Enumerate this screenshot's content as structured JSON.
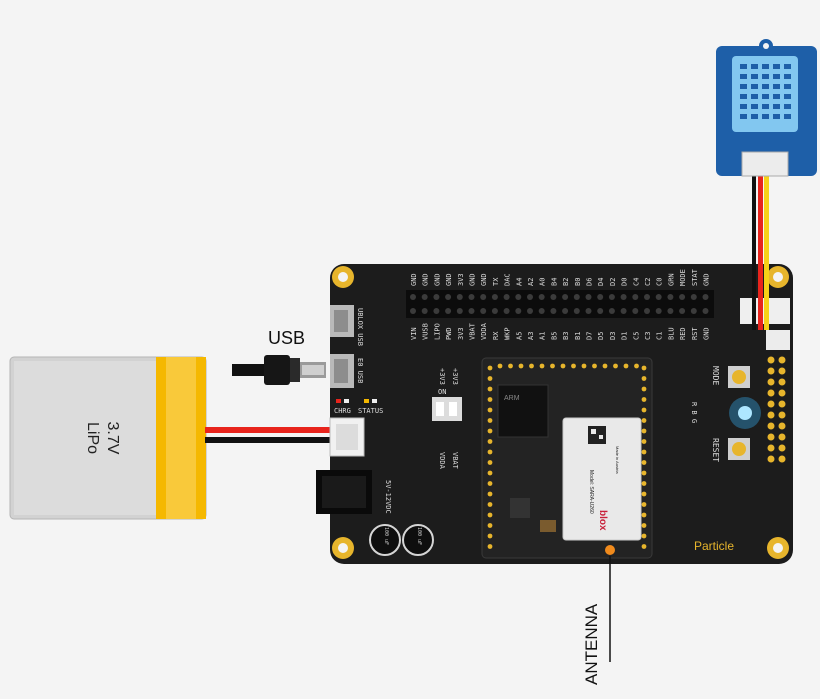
{
  "labels": {
    "usb": "USB",
    "antenna": "ANTENNA",
    "battery_voltage": "3.7V",
    "battery_type": "LiPo",
    "brand": "Particle",
    "ublox_usb": "UBLOX USB",
    "e0_usb": "E0 USB",
    "chrg": "CHRG",
    "status": "STATUS",
    "mode": "MODE",
    "reset": "RESET",
    "rgb": "R B G",
    "power_in": "5V-12VDC",
    "vdda": "VDDA",
    "vbat": "VBAT",
    "on": "ON",
    "plus3v3_a": "+3V3",
    "plus3v3_b": "+3V3",
    "arm": "ARM",
    "blox": "blox",
    "module_model": "Model: SARA-U260",
    "made_in": "Made in Austria",
    "cap_a": "100 uF",
    "cap_b": "100 uF"
  },
  "header_top_pins": [
    "GND",
    "GND",
    "GND",
    "GND",
    "3V3",
    "GND",
    "GND",
    "TX",
    "DAC",
    "A4",
    "A2",
    "A0",
    "B4",
    "B2",
    "B0",
    "D6",
    "D4",
    "D2",
    "D0",
    "C4",
    "C2",
    "C0",
    "GRN",
    "MODE",
    "STAT",
    "GND"
  ],
  "header_bottom_pins": [
    "VIN",
    "VUSB",
    "LIPO",
    "PWD",
    "3V3",
    "VBAT",
    "VDDA",
    "RX",
    "WKP",
    "A5",
    "A3",
    "A1",
    "B5",
    "B3",
    "B1",
    "D7",
    "D5",
    "D3",
    "D1",
    "C5",
    "C3",
    "C1",
    "BLU",
    "RED",
    "RST",
    "GND"
  ],
  "colors": {
    "board": "#1c1c1c",
    "battery_body": "#cfcfcf",
    "battery_tape": "#f5b800",
    "wire_red": "#e8241c",
    "wire_black": "#111111",
    "wire_yellow": "#f7d117",
    "sensor_blue": "#1e5fa8",
    "sensor_cap": "#82c7f0",
    "gold": "#e7b52c",
    "antenna_connector": "#f08a1c"
  }
}
